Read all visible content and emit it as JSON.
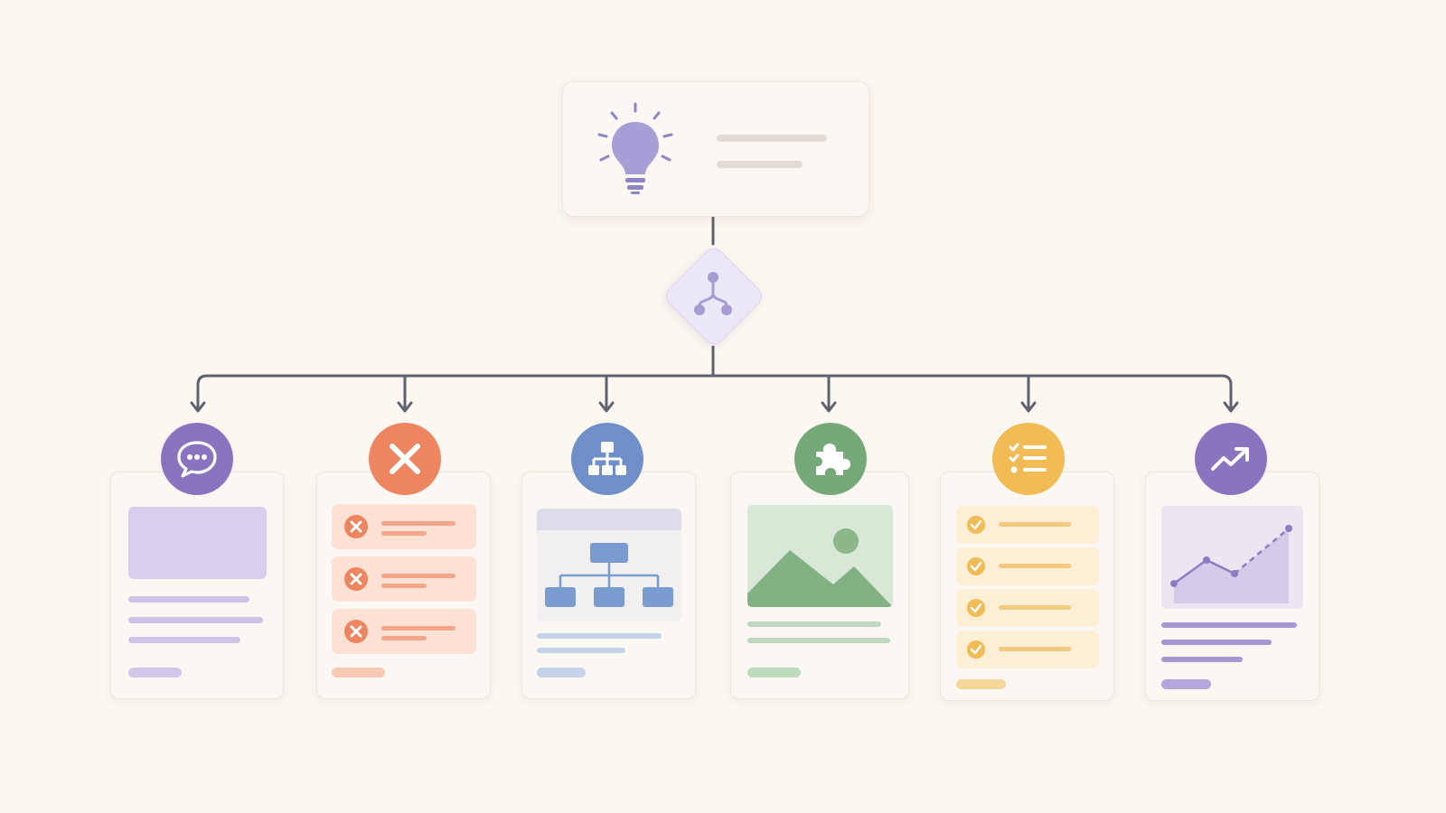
{
  "colors": {
    "background": "#fcf7f1",
    "connector": "#5e6270",
    "purple": "#8b74bf",
    "coral": "#ee8561",
    "blue": "#6f8fc8",
    "green": "#76a97a",
    "yellow": "#f1bb55",
    "violet": "#8b74bf"
  },
  "root": {
    "icon": "lightbulb-icon"
  },
  "decision": {
    "icon": "branch-icon"
  },
  "branches": [
    {
      "icon": "chat-bubble-icon",
      "content": "image-with-text-lines"
    },
    {
      "icon": "close-icon",
      "content": "error-list"
    },
    {
      "icon": "hierarchy-icon",
      "content": "org-chart"
    },
    {
      "icon": "puzzle-icon",
      "content": "landscape-image"
    },
    {
      "icon": "checklist-icon",
      "content": "checked-list"
    },
    {
      "icon": "trend-up-icon",
      "content": "line-chart"
    }
  ]
}
